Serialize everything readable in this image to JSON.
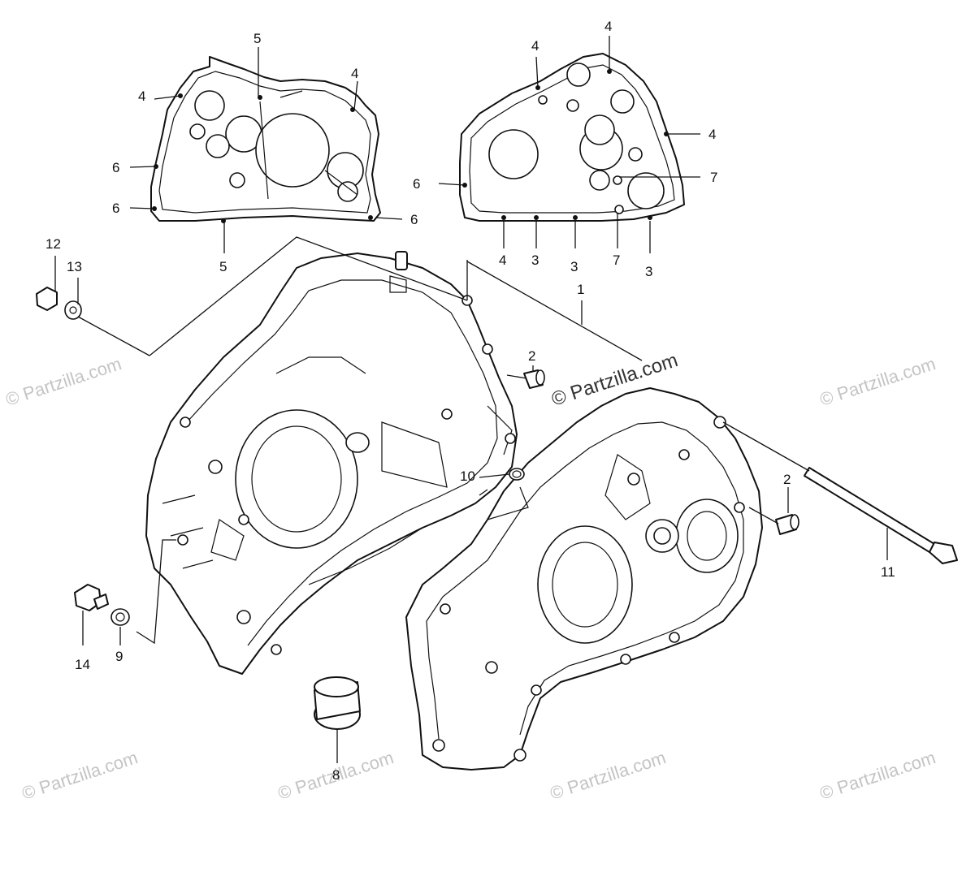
{
  "callouts": {
    "c1": "1",
    "c2a": "2",
    "c2b": "2",
    "c3a": "3",
    "c3b": "3",
    "c3c": "3",
    "c4a": "4",
    "c4b": "4",
    "c4c": "4",
    "c4d": "4",
    "c4e": "4",
    "c4f": "4",
    "c5a": "5",
    "c5b": "5",
    "c6a": "6",
    "c6b": "6",
    "c6c": "6",
    "c6d": "6",
    "c7a": "7",
    "c7b": "7",
    "c8": "8",
    "c9": "9",
    "c10": "10",
    "c11": "11",
    "c12": "12",
    "c13": "13",
    "c14": "14"
  },
  "watermark": {
    "text": "© Partzilla.com",
    "center_text": "© Partzilla.com"
  }
}
